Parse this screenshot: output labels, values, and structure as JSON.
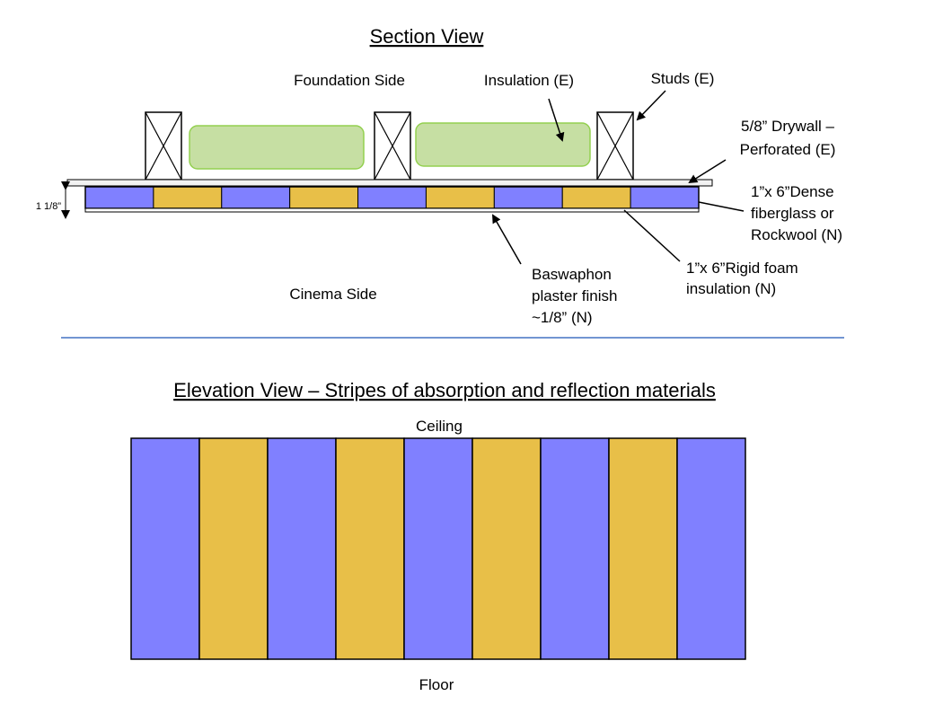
{
  "section": {
    "title": "Section View",
    "foundation_side": "Foundation Side",
    "cinema_side": "Cinema Side",
    "insulation": "Insulation (E)",
    "studs": "Studs (E)",
    "drywall": [
      "5/8” Drywall –",
      "Perforated (E)"
    ],
    "dense": [
      "1”x 6”Dense",
      "fiberglass or",
      "Rockwool (N)"
    ],
    "rigid": [
      "1”x 6”Rigid foam",
      "insulation (N)"
    ],
    "plaster": [
      "Baswaphon",
      "plaster finish",
      "~1/8” (N)"
    ],
    "dimension": "1 1/8”",
    "strip_materials": [
      "fiberglass",
      "foam",
      "fiberglass",
      "foam",
      "fiberglass",
      "foam",
      "fiberglass",
      "foam",
      "fiberglass"
    ]
  },
  "elevation": {
    "title": "Elevation View – Stripes of absorption and reflection materials",
    "ceiling": "Ceiling",
    "floor": "Floor",
    "stripe_materials": [
      "fiberglass",
      "foam",
      "fiberglass",
      "foam",
      "fiberglass",
      "foam",
      "fiberglass",
      "foam",
      "fiberglass"
    ]
  },
  "colors": {
    "fiberglass": "#8080ff",
    "foam": "#e8bf48",
    "insulation_fill": "#c6dfa3",
    "insulation_stroke": "#93d050",
    "divider": "#4472c4",
    "drywall": "#f2f2f2"
  }
}
